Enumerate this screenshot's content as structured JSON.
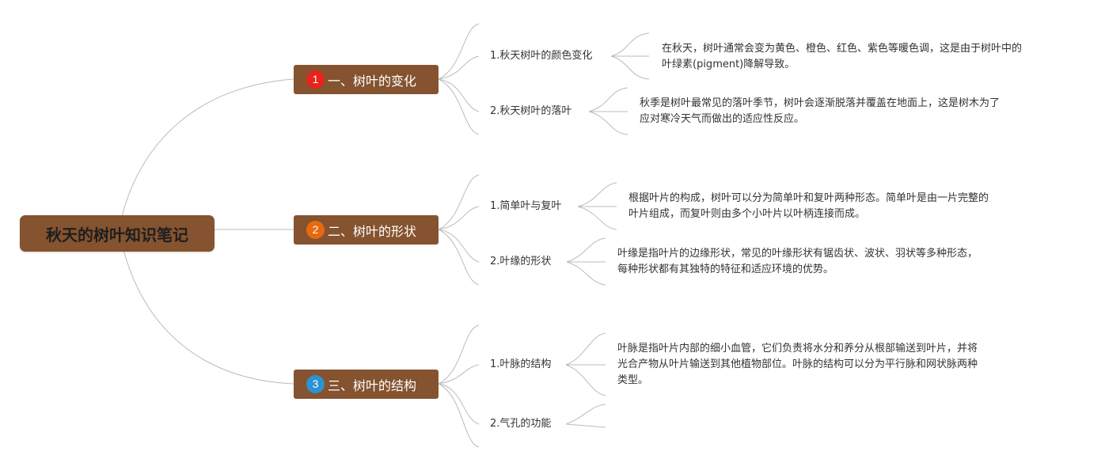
{
  "root": {
    "title": "秋天的树叶知识笔记"
  },
  "branches": [
    {
      "number": "1",
      "label": "一、树叶的变化",
      "color": "#e8231b",
      "topics": [
        {
          "title": "1.秋天树叶的颜色变化",
          "lines": [
            "在秋天，树叶通常会变为黄色、橙色、红色、紫色等暖色调，这是由于树叶中的",
            "叶绿素(pigment)降解导致。"
          ]
        },
        {
          "title": "2.秋天树叶的落叶",
          "lines": [
            "秋季是树叶最常见的落叶季节，树叶会逐渐脱落并覆盖在地面上，这是树木为了",
            "应对寒冷天气而做出的适应性反应。"
          ]
        }
      ]
    },
    {
      "number": "2",
      "label": "二、树叶的形状",
      "color": "#e86a0e",
      "topics": [
        {
          "title": "1.简单叶与复叶",
          "lines": [
            "根据叶片的构成，树叶可以分为简单叶和复叶两种形态。简单叶是由一片完整的",
            "叶片组成，而复叶则由多个小叶片以叶柄连接而成。"
          ]
        },
        {
          "title": "2.叶缘的形状",
          "lines": [
            "叶缘是指叶片的边缘形状，常见的叶缘形状有锯齿状、波状、羽状等多种形态，",
            "每种形状都有其独特的特征和适应环境的优势。"
          ]
        }
      ]
    },
    {
      "number": "3",
      "label": "三、树叶的结构",
      "color": "#2b93d1",
      "topics": [
        {
          "title": "1.叶脉的结构",
          "lines": [
            "叶脉是指叶片内部的细小血管，它们负责将水分和养分从根部输送到叶片，并将",
            "光合产物从叶片输送到其他植物部位。叶脉的结构可以分为平行脉和网状脉两种",
            "类型。"
          ]
        },
        {
          "title": "2.气孔的功能",
          "lines": []
        }
      ]
    }
  ],
  "colors": {
    "node_fill": "#85532f",
    "line": "#bbbbbb"
  }
}
